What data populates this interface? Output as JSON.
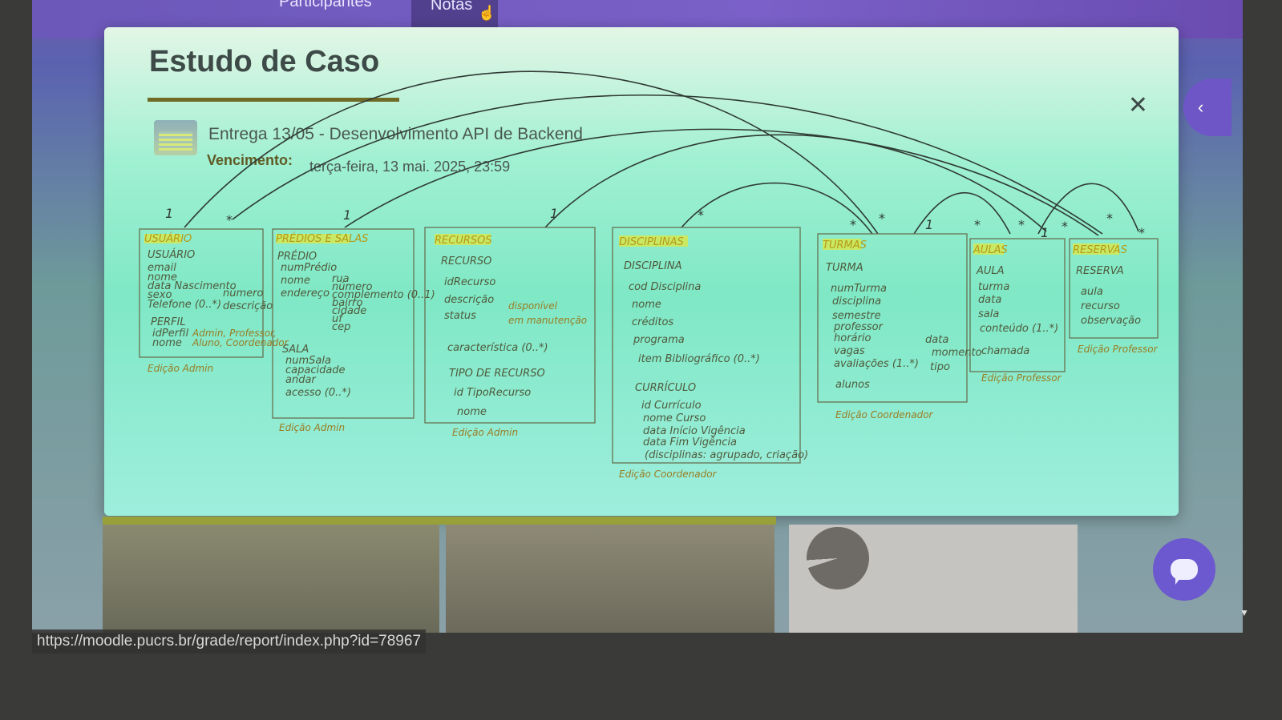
{
  "nav": {
    "tabs": [
      {
        "label": "Participantes"
      },
      {
        "label": "Notas"
      }
    ]
  },
  "modal": {
    "title": "Estudo de Caso",
    "close_glyph": "✕",
    "assignment_title": "Entrega 13/05 - Desenvolvimento API de Backend",
    "due_label": "Vencimento:",
    "due_value": "terça-feira, 13 mai. 2025, 23:59"
  },
  "diagram": {
    "boxes": [
      {
        "title": "USUÁRIO",
        "lines": [
          "USUÁRIO",
          "email",
          "nome",
          "data Nascimento",
          "sexo",
          "Telefone (0..*)",
          "PERFIL",
          "idPerfil",
          "nome"
        ],
        "edit_note": "Edição  Admin"
      },
      {
        "title": "PRÉDIOS E SALAS",
        "lines": [
          "PRÉDIO",
          "numPrédio",
          "nome",
          "endereço",
          "SALA",
          "numSala",
          "capacidade",
          "andar",
          "acesso (0..*)"
        ],
        "edit_note": "Edição  Admin"
      },
      {
        "title": "RECURSOS",
        "lines": [
          "RECURSO",
          "idRecurso",
          "descrição",
          "status",
          "característica (0..*)",
          "TIPO DE RECURSO",
          "id TipoRecurso",
          "nome"
        ],
        "edit_note": "Edição  Admin"
      },
      {
        "title": "DISCIPLINAS",
        "lines": [
          "DISCIPLINA",
          "cod Disciplina",
          "nome",
          "créditos",
          "programa",
          "item Bibliográfico (0..*)",
          "CURRÍCULO",
          "id Currículo",
          "nome Curso",
          "data Início Vigência",
          "data Fim Vigência",
          "(disciplinas: agrupado, criação)"
        ],
        "edit_note": "Edição  Coordenador"
      },
      {
        "title": "TURMAS",
        "lines": [
          "TURMA",
          "numTurma",
          "disciplina",
          "semestre",
          "professor",
          "horário",
          "vagas",
          "avaliações (1..*)",
          "alunos"
        ],
        "edit_note": "Edição  Coordenador"
      },
      {
        "title": "AULAS",
        "lines": [
          "AULA",
          "turma",
          "data",
          "sala",
          "conteúdo (1..*)",
          "chamada"
        ],
        "edit_note": "Edição  Professor"
      },
      {
        "title": "RESERVAS",
        "lines": [
          "RESERVA",
          "aula",
          "recurso",
          "observação"
        ],
        "edit_note": "Edição  Professor"
      }
    ],
    "status_options": [
      "disponível",
      "em manutenção"
    ],
    "avaliacao_parts": [
      "data",
      "momento",
      "tipo"
    ],
    "endereco_parts": [
      "rua",
      "número",
      "complemento (0..1)",
      "bairro",
      "cidade",
      "uf",
      "cep"
    ],
    "perfil_values": [
      "Admin, Professor,",
      "Aluno, Coordenador"
    ],
    "telefone_types": [
      "número",
      "descrição"
    ]
  },
  "side": {
    "toggle_glyph": "‹"
  },
  "status_bar": {
    "url": "https://moodle.pucrs.br/grade/report/index.php?id=78967"
  },
  "colors": {
    "accent": "#6c58cf",
    "modal_bg": "#9ff0d2",
    "title_bar": "#6f6a26"
  }
}
